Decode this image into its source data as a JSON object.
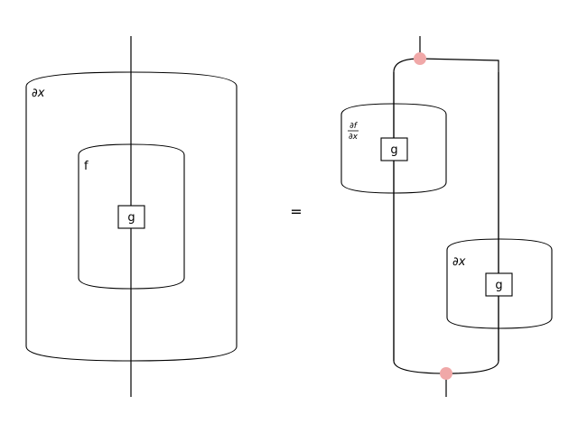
{
  "lhs": {
    "outer_label": "∂x",
    "inner_label": "f",
    "box_label": "g"
  },
  "equals": "=",
  "rhs": {
    "df_label_num": "∂f",
    "df_label_den": "∂x",
    "top_box_label": "g",
    "dx_label": "∂x",
    "bottom_box_label": "g"
  },
  "colors": {
    "node": "#f0a8a8"
  }
}
